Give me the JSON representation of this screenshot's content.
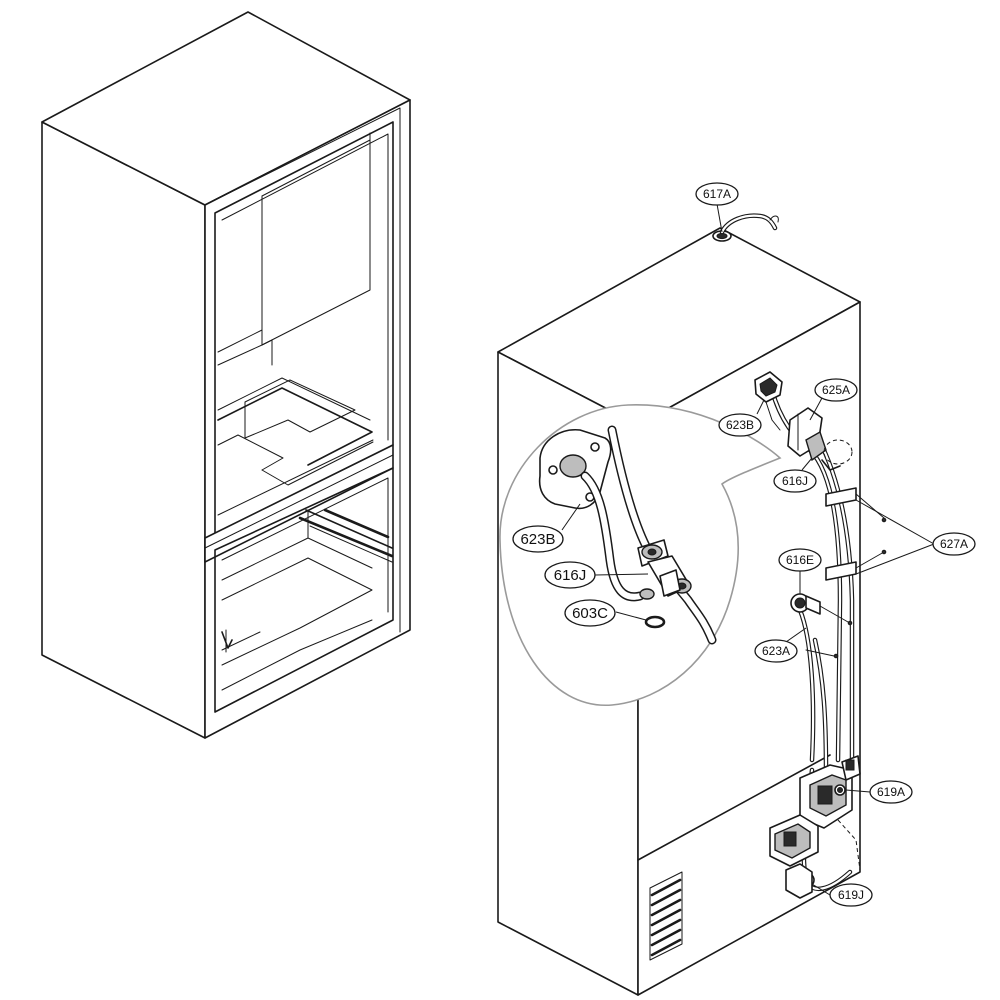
{
  "callouts": {
    "c617A": "617A",
    "c625A": "625A",
    "c623B_main": "623B",
    "c616J_main": "616J",
    "c627A": "627A",
    "c616E": "616E",
    "c623A": "623A",
    "c619A": "619A",
    "c619J": "619J",
    "c623B_zoom": "623B",
    "c616J_zoom": "616J",
    "c603C_zoom": "603C"
  }
}
